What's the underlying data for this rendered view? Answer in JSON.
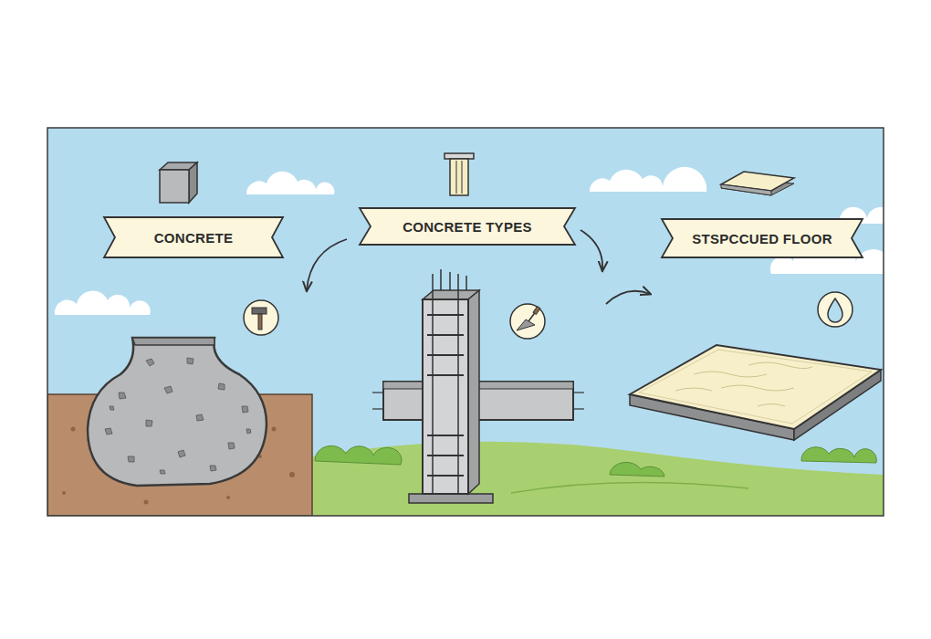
{
  "diagram": {
    "nodes": [
      {
        "text": [
          "CONCRETE"
        ]
      },
      {
        "text": [
          "CONCRETE TYPES"
        ]
      },
      {
        "text": [
          "STSPCCUED FLOOR"
        ]
      }
    ]
  }
}
